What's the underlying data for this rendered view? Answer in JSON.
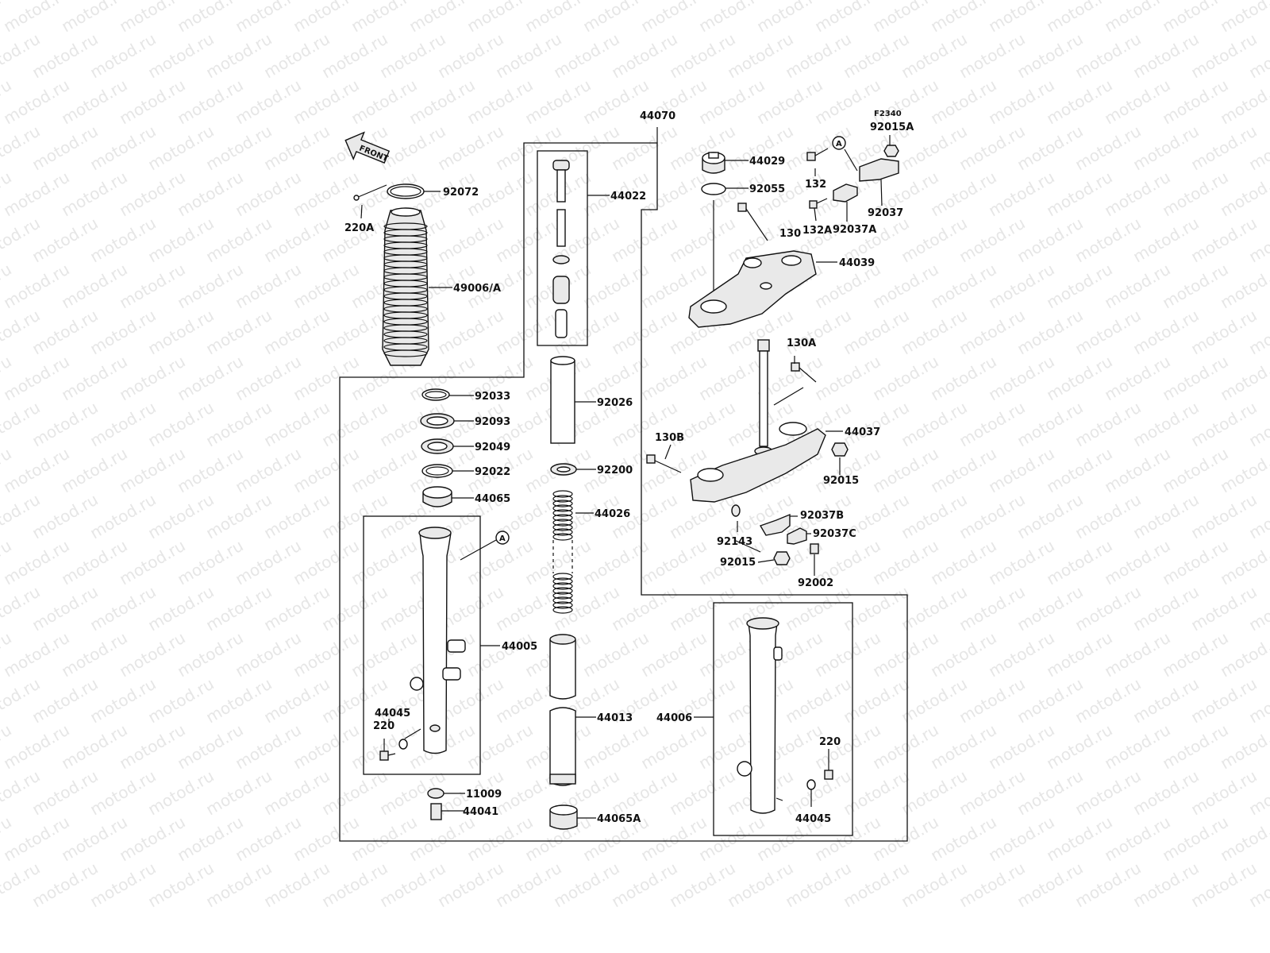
{
  "diagram": {
    "front_arrow_label": "FRONT",
    "watermark_text": "motod.ru",
    "ref_marker": "A",
    "callouts": {
      "c44070": "44070",
      "cF2340": "F2340",
      "c92015A": "92015A",
      "c44029": "44029",
      "c92055": "92055",
      "c132": "132",
      "c132A": "132A",
      "c92037A": "92037A",
      "c92037": "92037",
      "c130": "130",
      "c44039": "44039",
      "c130A": "130A",
      "c44037": "44037",
      "c92015": "92015",
      "c130B": "130B",
      "c92037B": "92037B",
      "c92143": "92143",
      "c92037C": "92037C",
      "c92015b": "92015",
      "c92002": "92002",
      "c44022": "44022",
      "c92026": "92026",
      "c92200": "92200",
      "c44026": "44026",
      "c44013": "44013",
      "c44065A": "44065A",
      "c92072": "92072",
      "c220A": "220A",
      "c49006A": "49006/A",
      "c92033": "92033",
      "c92093": "92093",
      "c92049": "92049",
      "c92022": "92022",
      "c44065": "44065",
      "c44005": "44005",
      "c44045": "44045",
      "c220": "220",
      "c11009": "11009",
      "c44041": "44041",
      "c44006": "44006",
      "c220b": "220",
      "c44045b": "44045"
    }
  }
}
